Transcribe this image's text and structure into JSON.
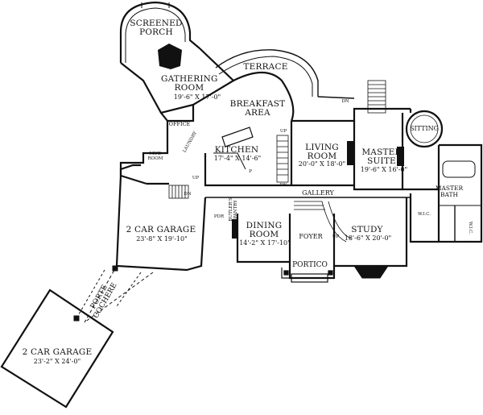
{
  "plan": {
    "rooms": {
      "screened_porch": "SCREENED\nPORCH",
      "terrace": "TERRACE",
      "gathering_room": "GATHERING\nROOM",
      "gathering_dim": "19'-6\" X 17'-0\"",
      "breakfast_area": "BREAKFAST\nAREA",
      "office": "OFFICE",
      "laundry": "LAUNDRY",
      "mud_room": "MUD\nROOM",
      "kitchen": "KITCHEN",
      "kitchen_dim": "17'-4\" X 14'-6\"",
      "living_room": "LIVING\nROOM",
      "living_dim": "20'-0\" X 18'-0\"",
      "master_suite": "MASTER\nSUITE",
      "master_suite_dim": "19'-6\" X 16'-0\"",
      "sitting": "SITTING",
      "master_bath": "MASTER\nBATH",
      "wic_1": "W.I.C.",
      "wic_2": "W.I.C.",
      "gallery": "GALLERY",
      "garage_1": "2 CAR GARAGE",
      "garage_1_dim": "23'-8\" X 19'-10\"",
      "pdr": "PDR",
      "butlers_pantry": "BUTLER'S\nPANTRY",
      "dining_room": "DINING\nROOM",
      "dining_dim": "14'-2\" X 17'-10\"",
      "foyer": "FOYER",
      "study": "STUDY",
      "study_dim": "18'-6\" X 20'-0\"",
      "portico": "PORTICO",
      "porte_cochere": "PORTE\nCOCHERE",
      "garage_2": "2 CAR GARAGE",
      "garage_2_dim": "23'-2\" X 24'-0\""
    },
    "stair_marks": {
      "up_kitchen": "UP",
      "dn_kitchen": "DN",
      "dn_terrace": "DN",
      "up_garage": "UP",
      "dn_garage": "DN",
      "up_foyer": "UP",
      "p_pantry": "P"
    },
    "colors": {
      "wall": "#111111",
      "background": "#ffffff"
    }
  }
}
